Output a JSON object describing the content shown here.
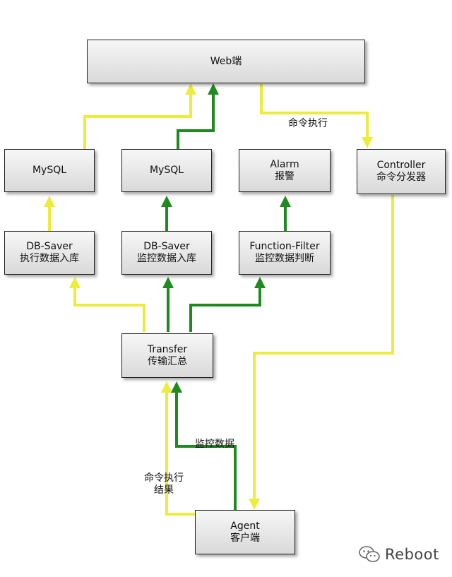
{
  "nodes": {
    "web": {
      "line1": "Web端"
    },
    "mysql_left": {
      "line1": "MySQL"
    },
    "mysql_mid": {
      "line1": "MySQL"
    },
    "alarm": {
      "line1": "Alarm",
      "line2": "报警"
    },
    "controller": {
      "line1": "Controller",
      "line2": "命令分发器"
    },
    "dbsaver_left": {
      "line1": "DB-Saver",
      "line2": "执行数据入库"
    },
    "dbsaver_mid": {
      "line1": "DB-Saver",
      "line2": "监控数据入库"
    },
    "function_filter": {
      "line1": "Function-Filter",
      "line2": "监控数据判断"
    },
    "transfer": {
      "line1": "Transfer",
      "line2": "传输汇总"
    },
    "agent": {
      "line1": "Agent",
      "line2": "客户端"
    }
  },
  "labels": {
    "cmd_exec": "命令执行",
    "monitor_data": "监控数据",
    "cmd_result_line1": "命令执行",
    "cmd_result_line2": "结果"
  },
  "watermark": {
    "text": "Reboot",
    "icon": "wechat-icon"
  },
  "colors": {
    "yellow": "#ecec3c",
    "green": "#1f8a1f",
    "border": "#222222"
  }
}
